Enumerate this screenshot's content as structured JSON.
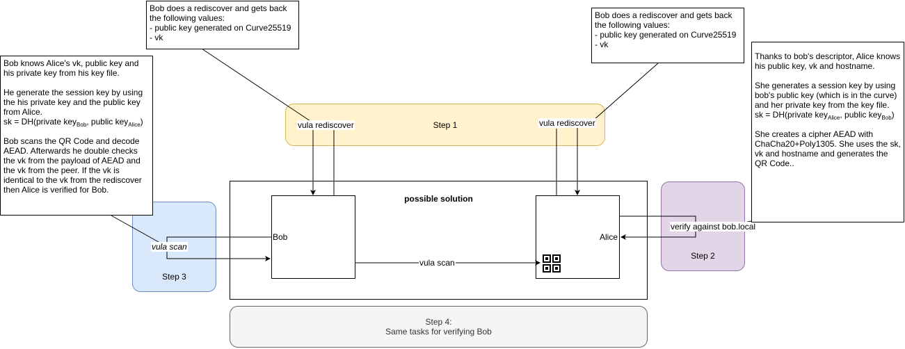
{
  "steps": {
    "step1": "Step 1",
    "step2": "Step 2",
    "step3": "Step 3",
    "step4_line1": "Step 4:",
    "step4_line2": "Same tasks for verifying Bob"
  },
  "frame": {
    "title": "possible solution"
  },
  "nodes": {
    "bob": "Bob",
    "alice": "Alice"
  },
  "edges": {
    "rediscover_left": "vula rediscover",
    "rediscover_right": "vula rediscover",
    "scan_center": "vula scan",
    "scan_left": "vula scan",
    "verify": "verify against bob.local"
  },
  "notes": {
    "top_left": "Bob does a rediscover and gets back the following values:\n- public key generated on Curve25519\n- vk",
    "top_right": "Bob does a rediscover and gets back the following values:\n- public key generated on Curve25519\n- vk",
    "left": {
      "p1": "Bob knows Alice's vk, public key and his private key from his key file.",
      "p2_text": "He generate the session key by using the his private key and the public key from Alice.",
      "p2_formula_a": "sk = DH(private key",
      "p2_sub_a": "Bob",
      "p2_formula_b": ", public key",
      "p2_sub_b": "Alice",
      "p2_formula_c": ")",
      "p3": "Bob scans the QR Code and decode AEAD. Afterwards he double checks the vk from the payload of AEAD and the vk from the peer. If the vk is identical to the vk from the rediscover then Alice is verified for Bob."
    },
    "right": {
      "p1": "Thanks to bob's descriptor, Alice knows his public key, vk and hostname.",
      "p2_text": "She generates a session key by using bob's public key (which is in the curve) and her private key from the key file.",
      "p2_formula_a": "sk = DH(private key",
      "p2_sub_a": "Alice",
      "p2_formula_b": ", public key",
      "p2_sub_b": "Bob",
      "p2_formula_c": ")",
      "p3": "She creates a cipher AEAD with ChaCha20+Poly1305. She uses the sk, vk and hostname and  generates the QR Code.."
    }
  },
  "icons": {
    "qr": "qr-code-icon"
  }
}
